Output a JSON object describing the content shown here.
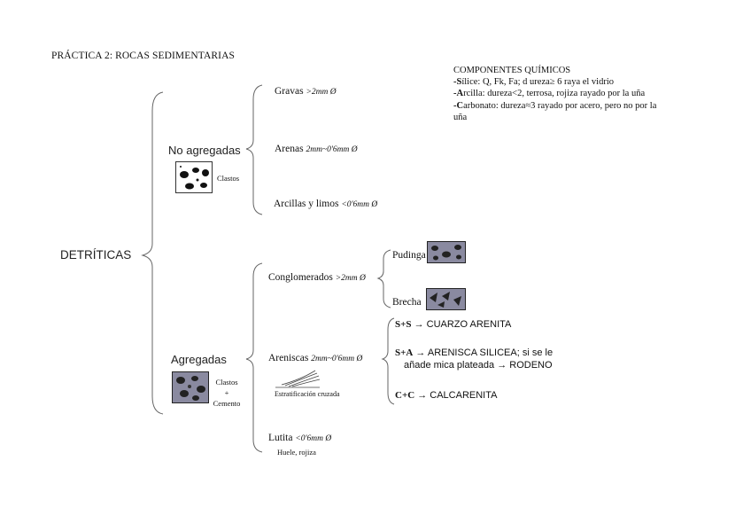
{
  "header": {
    "title": "PRÁCTICA 2: ROCAS SEDIMENTARIAS"
  },
  "components": {
    "heading": "COMPONENTES QUÍMICOS",
    "silice_key": "-S",
    "silice_text": "ílice: Q, Fk, Fa; d ureza≥ 6 raya el vidrio",
    "arcilla_key": "-A",
    "arcilla_text": "rcilla: dureza<2, terrosa, rojiza rayado por la uña",
    "carbonato_key": "-C",
    "carbonato_text": "arbonato: dureza≈3 rayado por acero, pero no por la",
    "carbonato_text2": "uña"
  },
  "root": {
    "label": "DETRÍTICAS"
  },
  "no_agregadas": {
    "label": "No agregadas",
    "image_caption": "Clastos",
    "items": [
      {
        "label": "Gravas",
        "size": ">2mm Ø"
      },
      {
        "label": "Arenas",
        "size": "2mm~0'6mm Ø"
      },
      {
        "label": "Arcillas y limos",
        "size": "<0'6mm Ø"
      }
    ]
  },
  "agregadas": {
    "label": "Agregadas",
    "caption_1": "Clastos",
    "caption_2": "+",
    "caption_3": "Cemento",
    "conglomerados": {
      "label": "Conglomerados",
      "size": ">2mm Ø",
      "pudinga": "Pudinga",
      "brecha": "Brecha"
    },
    "areniscas": {
      "label": "Areniscas",
      "size": "2mm~0'6mm Ø",
      "note": "Estratificación cruzada",
      "types": {
        "ss_key": "S+S",
        "ss_text": "→ CUARZO ARENITA",
        "sa_key": "S+A",
        "sa_text": "→ ARENISCA SILICEA; si se le",
        "sa_text2": "añade mica plateada → RODENO",
        "cc_key": "C+C",
        "cc_text": "→ CALCARENITA"
      }
    },
    "lutita": {
      "label": "Lutita",
      "size": "<0'6mm Ø",
      "note": "Huele, rojiza"
    }
  }
}
